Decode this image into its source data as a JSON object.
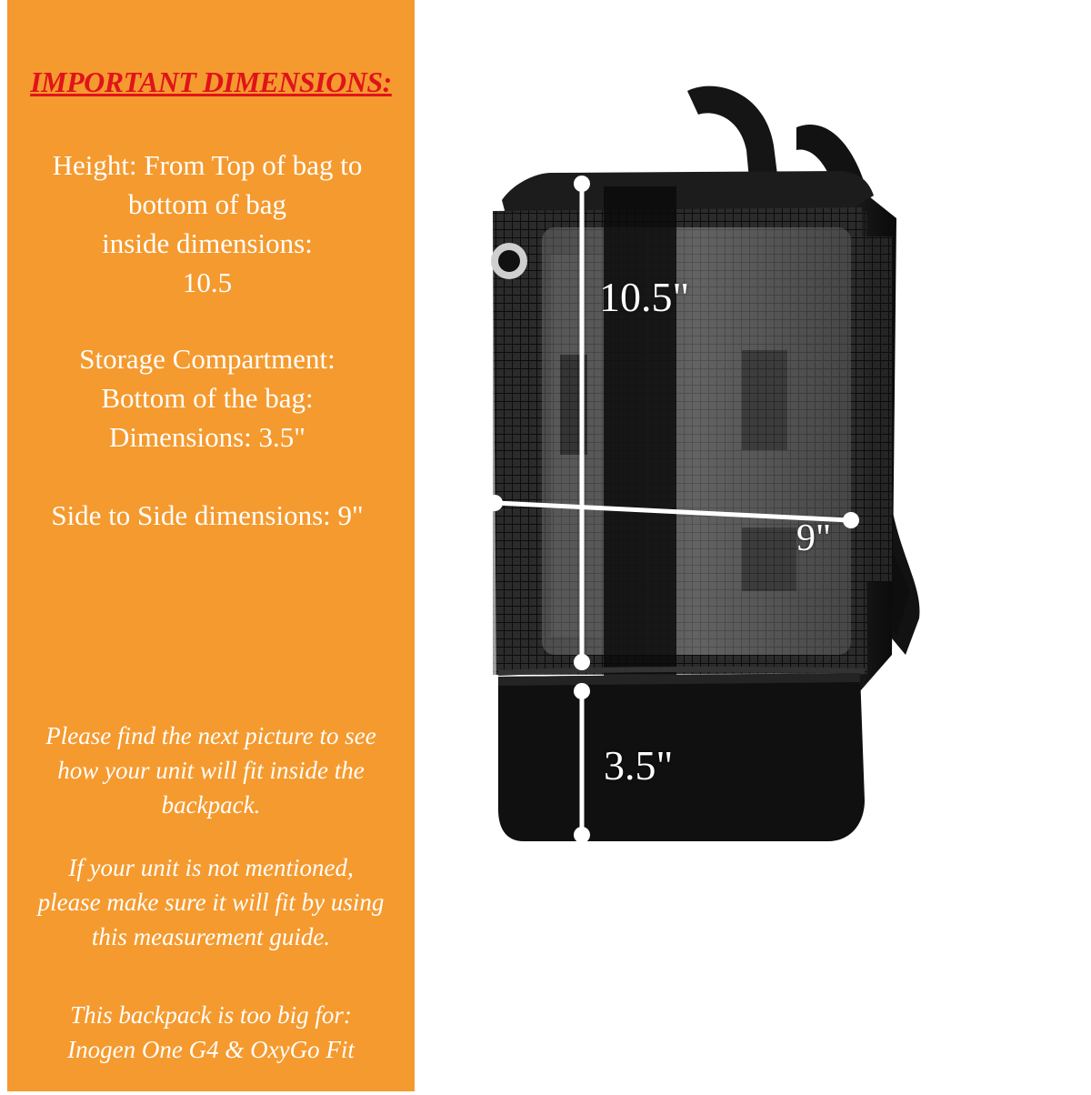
{
  "heading": "IMPORTANT DIMENSIONS:",
  "height_spec": [
    "Height: From Top of bag to",
    "bottom of bag",
    "inside dimensions:",
    "10.5"
  ],
  "storage_spec": [
    "Storage Compartment:",
    "Bottom of the bag:",
    "Dimensions: 3.5\""
  ],
  "side_spec": "Side to Side dimensions: 9\"",
  "fit_note": [
    "Please find the next picture to see",
    "how your unit will fit inside the",
    "backpack."
  ],
  "unit_note": [
    "If your unit is not mentioned,",
    "please make sure it will fit by using",
    "this measurement guide."
  ],
  "too_big_note": [
    "This backpack is too big for:",
    "Inogen One G4 & OxyGo Fit"
  ],
  "labels": {
    "height": "10.5\"",
    "width": "9\"",
    "storage": "3.5\""
  },
  "colors": {
    "panel": "#f59a2e",
    "heading": "#e0131b",
    "text": "#ffffff",
    "bag": "#141414"
  }
}
